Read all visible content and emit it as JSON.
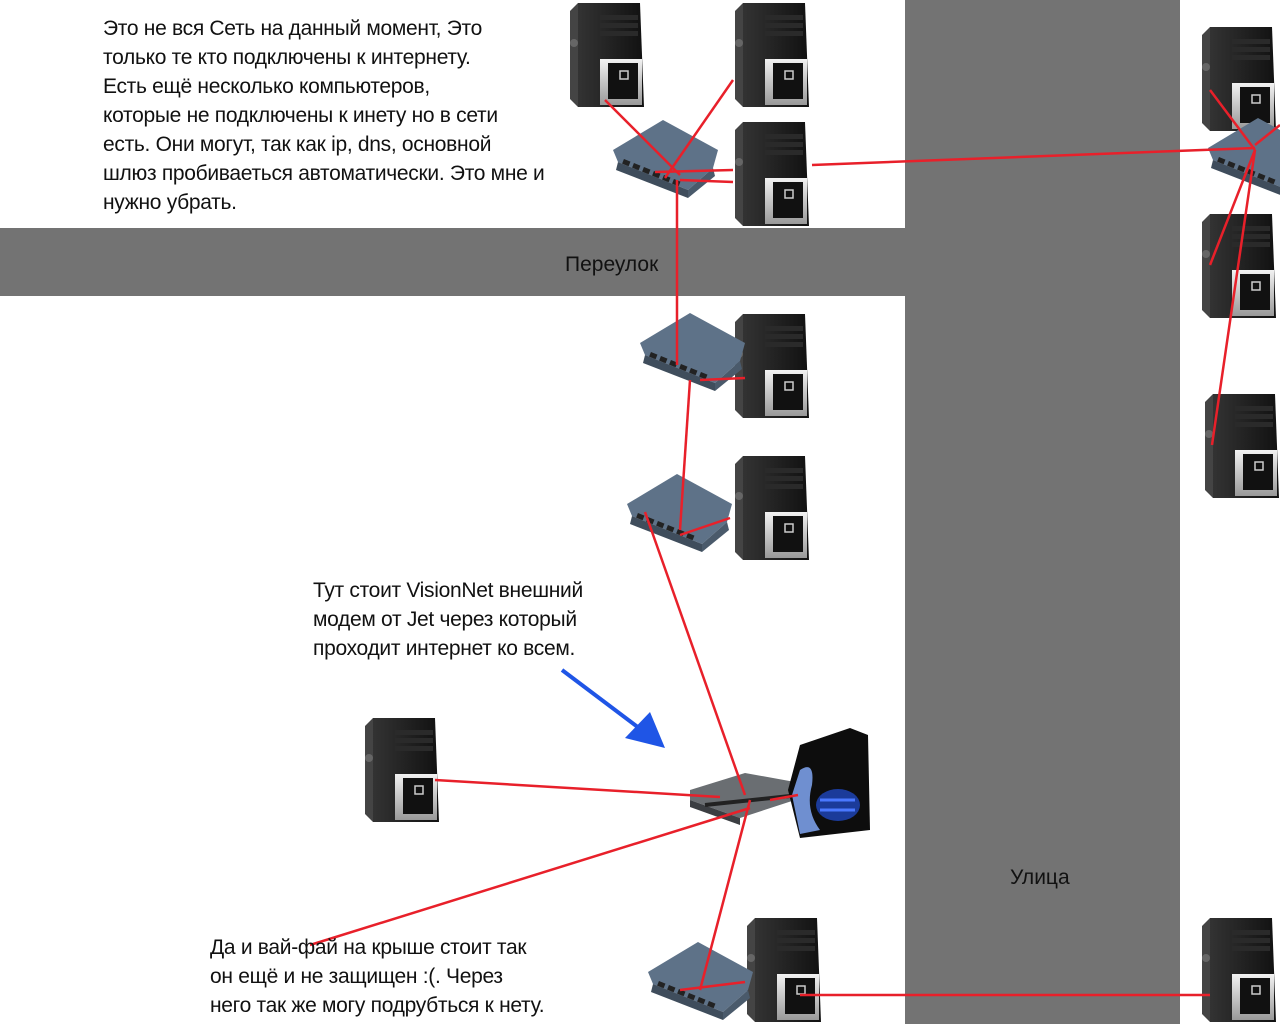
{
  "notes": {
    "top": [
      "Это не вся Сеть на данный момент, Это",
      "только те кто подключены к интернету.",
      "Есть ещё несколько компьютеров,",
      "которые не подключены к инету но в сети",
      "есть. Они могут, так как ip, dns, основной",
      "шлюз пробиваеться автоматически. Это мне и",
      "нужно убрать."
    ],
    "modem": [
      "Тут стоит VisionNet внешний",
      "модем от Jet через который",
      "проходит интернет ко всем."
    ],
    "wifi": [
      "Да и вай-фай на крыше стоит так",
      "он ещё и не защищен :(. Через",
      "него так же могу подрубться к нету."
    ]
  },
  "streets": {
    "lane": "Переулок",
    "street": "Улица"
  },
  "colors": {
    "street": "#737373",
    "cable": "#e8202a",
    "arrow": "#1f55e6"
  }
}
